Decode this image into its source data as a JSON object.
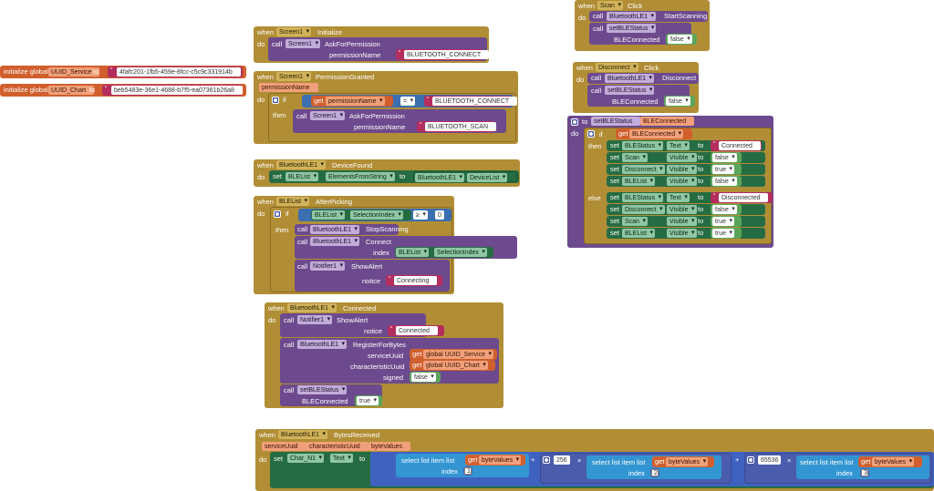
{
  "labels": {
    "when": "when",
    "do": "do",
    "call": "call",
    "set": "set",
    "to": "to",
    "get": "get",
    "if": "if",
    "then": "then",
    "else": "else",
    "initialize_global": "initialize global",
    "permissionName": "permissionName",
    "notice": "notice",
    "index": "index",
    "serviceUuid": "serviceUuid",
    "characteristicUuid": "characteristicUuid",
    "signed": "signed",
    "select_list_item": "select list item  list",
    "times": "×",
    "plus": "+",
    "true": "true",
    "false": "false",
    "BLEConnected": "BLEConnected"
  },
  "globals": [
    {
      "name": "UUID_Service",
      "value": "4fafc201-1fb5-459e-8fcc-c5c9c331914b"
    },
    {
      "name": "UUID_Chart",
      "value": "beb5483e-36e1-4688-b7f5-ea07361b26a8"
    }
  ],
  "screen_init": {
    "component": "Screen1",
    "event": "Initialize",
    "method": "AskForPermission",
    "permission": "BLUETOOTH_CONNECT"
  },
  "perm_granted": {
    "component": "Screen1",
    "event": "PermissionGranted",
    "param": "permissionName",
    "get": "permissionName",
    "op": "=",
    "compare": "BLUETOOTH_CONNECT",
    "method": "AskForPermission",
    "permission": "BLUETOOTH_SCAN"
  },
  "device_found": {
    "component": "BluetoothLE1",
    "event": "DeviceFound",
    "target": "BLEList",
    "prop": "ElementsFromString",
    "src": "BluetoothLE1",
    "src_prop": "DeviceList"
  },
  "after_picking": {
    "component": "BLEList",
    "event": "AfterPicking",
    "cond_comp": "BLEList",
    "cond_prop": "SelectionIndex",
    "op": "≥",
    "num": "0",
    "call1_comp": "BluetoothLE1",
    "call1_method": "StopScanning",
    "call2_comp": "BluetoothLE1",
    "call2_method": "Connect",
    "idx_comp": "BLEList",
    "idx_prop": "SelectionIndex",
    "call3_comp": "Notifier1",
    "call3_method": "ShowAlert",
    "notice": "Connecting"
  },
  "connected": {
    "component": "BluetoothLE1",
    "event": "Connected",
    "alert_comp": "Notifier1",
    "alert_method": "ShowAlert",
    "notice": "Connected",
    "reg_comp": "BluetoothLE1",
    "reg_method": "RegisterForBytes",
    "service_var": "global UUID_Service",
    "char_var": "global UUID_Chart",
    "proc": "setBLEStatus"
  },
  "bytes_received": {
    "component": "BluetoothLE1",
    "event": "BytesReceived",
    "params": [
      "serviceUuid",
      "characteristicUuid",
      "byteValues"
    ],
    "target": "Char_N1",
    "prop": "Text",
    "var": "byteValues",
    "idx1": "1",
    "mult2": "256",
    "idx2": "2",
    "mult3": "65536",
    "idx3": "3"
  },
  "scan_click": {
    "component": "Scan",
    "event": "Click",
    "call_comp": "BluetoothLE1",
    "call_method": "StartScanning",
    "proc": "setBLEStatus"
  },
  "disconnect_click": {
    "component": "Disconnect",
    "event": "Click",
    "call_comp": "BluetoothLE1",
    "call_method": "Disconnect",
    "proc": "setBLEStatus"
  },
  "proc_def": {
    "name": "setBLEStatus",
    "param": "BLEConnected",
    "get": "BLEConnected",
    "then_rows": [
      {
        "comp": "BLEStatus",
        "prop": "Text",
        "val": "Connected",
        "kind": "text"
      },
      {
        "comp": "Scan",
        "prop": "Visible",
        "val": "false",
        "kind": "bool"
      },
      {
        "comp": "Disconnect",
        "prop": "Visible",
        "val": "true",
        "kind": "bool"
      },
      {
        "comp": "BLEList",
        "prop": "Visible",
        "val": "false",
        "kind": "bool"
      }
    ],
    "else_rows": [
      {
        "comp": "BLEStatus",
        "prop": "Text",
        "val": "Disconnected",
        "kind": "text"
      },
      {
        "comp": "Disconnect",
        "prop": "Visible",
        "val": "false",
        "kind": "bool"
      },
      {
        "comp": "Scan",
        "prop": "Visible",
        "val": "true",
        "kind": "bool"
      },
      {
        "comp": "BLEList",
        "prop": "Visible",
        "val": "true",
        "kind": "bool"
      }
    ]
  },
  "colors": {
    "event": "#b18e35",
    "procedure": "#6d4a8d",
    "text": "#b32d5e",
    "variable": "#d05f2d",
    "logic": "#5ba55b",
    "component": "#266c43",
    "list": "#3396d3",
    "math": "#4a5cab"
  }
}
